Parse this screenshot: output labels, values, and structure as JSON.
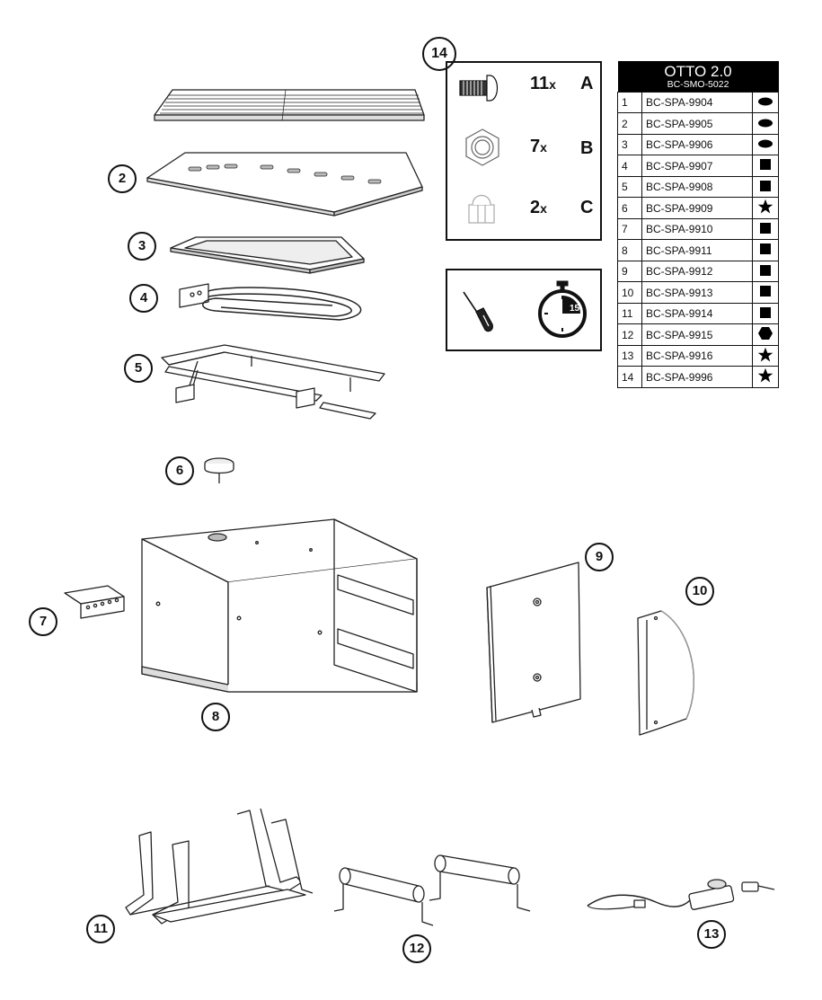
{
  "callouts": [
    "2",
    "3",
    "4",
    "5",
    "6",
    "7",
    "8",
    "9",
    "10",
    "11",
    "12",
    "13",
    "14"
  ],
  "hardware": [
    {
      "qty": "11",
      "x": "x",
      "letter": "A",
      "icon": "bolt-icon"
    },
    {
      "qty": "7",
      "x": "x",
      "letter": "B",
      "icon": "hex-nut-icon"
    },
    {
      "qty": "2",
      "x": "x",
      "letter": "C",
      "icon": "cap-nut-icon"
    }
  ],
  "tools": {
    "screwdriver_icon": "screwdriver-icon",
    "timer_icon": "stopwatch-icon",
    "timer_minutes": "15"
  },
  "parts_table": {
    "model": "OTTO 2.0",
    "code": "BC-SMO-5022",
    "rows": [
      {
        "num": "1",
        "part": "BC-SPA-9904",
        "symbol": "ellipse"
      },
      {
        "num": "2",
        "part": "BC-SPA-9905",
        "symbol": "ellipse"
      },
      {
        "num": "3",
        "part": "BC-SPA-9906",
        "symbol": "ellipse"
      },
      {
        "num": "4",
        "part": "BC-SPA-9907",
        "symbol": "square"
      },
      {
        "num": "5",
        "part": "BC-SPA-9908",
        "symbol": "square"
      },
      {
        "num": "6",
        "part": "BC-SPA-9909",
        "symbol": "star"
      },
      {
        "num": "7",
        "part": "BC-SPA-9910",
        "symbol": "square"
      },
      {
        "num": "8",
        "part": "BC-SPA-9911",
        "symbol": "square"
      },
      {
        "num": "9",
        "part": "BC-SPA-9912",
        "symbol": "square"
      },
      {
        "num": "10",
        "part": "BC-SPA-9913",
        "symbol": "square"
      },
      {
        "num": "11",
        "part": "BC-SPA-9914",
        "symbol": "square"
      },
      {
        "num": "12",
        "part": "BC-SPA-9915",
        "symbol": "hexagon"
      },
      {
        "num": "13",
        "part": "BC-SPA-9916",
        "symbol": "star"
      },
      {
        "num": "14",
        "part": "BC-SPA-9996",
        "symbol": "star"
      }
    ]
  },
  "colors": {
    "ink": "#111111",
    "part_fill": "#ffffff",
    "shade": "#d9d9d9"
  }
}
